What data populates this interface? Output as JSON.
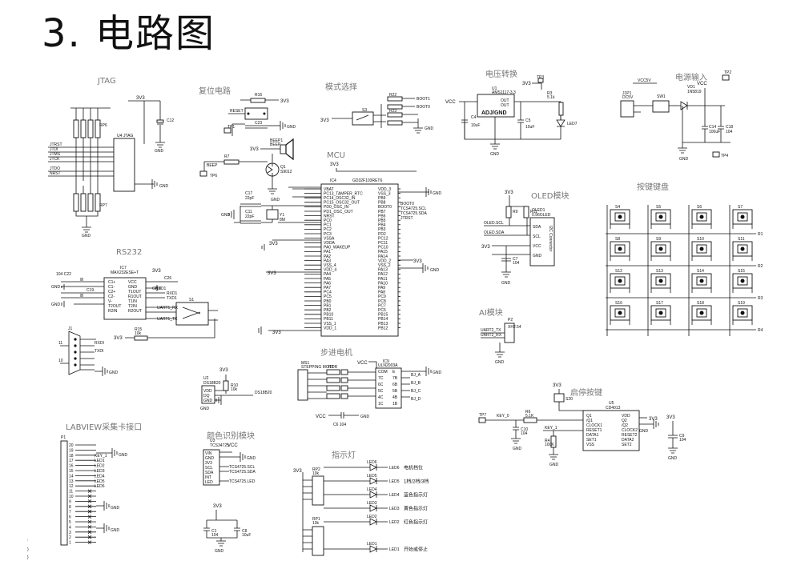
{
  "title": "3. 电路图",
  "sections": {
    "jtag": "JTAG",
    "reset": "复位电路",
    "mode": "模式选择",
    "voltage": "电压转换",
    "power_in": "电源输入",
    "mcu": "MCU",
    "rs232": "RS232",
    "oled": "OLED模块",
    "keypad": "按键键盘",
    "ai": "AI模块",
    "stepper": "步进电机",
    "start_stop": "启停按键",
    "labview": "LABVIEW采集卡接口",
    "color": "颜色识别模块",
    "indicator": "指示灯"
  },
  "labels": {
    "v3": "3V3",
    "vcc": "VCC",
    "gnd": "GND",
    "mcu_part": "GD32F103RET6",
    "mcu_ref": "IC4",
    "jtag_ref": "U4",
    "jtag_part": "JTAG",
    "ldo_ref": "U1",
    "ldo_part": "AMS1117-3.3",
    "ldo_adj": "ADJ/GND",
    "rs232_ref": "IC7",
    "rs232_part": "MAX232ESE+T",
    "oled_ref": "OLED1",
    "oled_part": "0.96OLED",
    "oled_if": "I2C Connector",
    "stepper_ref": "MS1",
    "stepper_part": "STEPPING MOTOR",
    "driver_ref": "IC9",
    "driver_part": "ULN2003A",
    "timer_ref": "U5",
    "timer_part": "CD4013",
    "sensor_ref": "U2",
    "sensor_part": "DS18B20",
    "color_ref": "U3",
    "color_part": "TCS34725",
    "buzzer": "BEEP1",
    "led1_text": "开始或停止",
    "led2_text": "红色指示灯",
    "led3_text": "黄色指示灯",
    "led4_text": "蓝色指示灯",
    "led5_text": "1档/2档/3档",
    "led6_text": "电机档位",
    "p1": "P1",
    "p2": "P2",
    "j1": "J1",
    "rp1": "RP1",
    "rp2": "RP2",
    "s1": "S1",
    "s3": "S3"
  },
  "mcu_left_pins": [
    "VBAT",
    "PC13_TAMPER_RTC",
    "PC14_OSC32_IN",
    "PC15_OSC32_OUT",
    "PD0_OSC_IN",
    "PD1_OSC_OUT",
    "NRST",
    "PC0",
    "PC1",
    "PC2",
    "PC3",
    "VSSA",
    "VDDA",
    "PA0_WAKEUP",
    "PA1",
    "PA2",
    "PA3",
    "VSS_4",
    "VDD_4",
    "PA4",
    "PA5",
    "PA6",
    "PA7",
    "PC4",
    "PC5",
    "PB0",
    "PB1",
    "PB2",
    "PB10",
    "PB11",
    "VSS_1",
    "VDD_1"
  ],
  "mcu_right_pins": [
    "VDD_3",
    "VSS_3",
    "PB9",
    "PB8",
    "BOOT0",
    "PB7",
    "PB6",
    "PB5",
    "PB4",
    "PB3",
    "PD2",
    "PC12",
    "PC11",
    "PC10",
    "PA15",
    "PA14",
    "VDD_2",
    "VSS_2",
    "PA13",
    "PA12",
    "PA11",
    "PA10",
    "PA9",
    "PA8",
    "PC9",
    "PC8",
    "PC7",
    "PC6",
    "PB15",
    "PB14",
    "PB13",
    "PB12"
  ],
  "p1_pins": [
    "20",
    "19",
    "18",
    "17",
    "16",
    "15",
    "14",
    "13",
    "12",
    "11",
    "10",
    "9",
    "8",
    "7",
    "6",
    "5",
    "4",
    "3",
    "2",
    "1"
  ],
  "key_labels": [
    "S4",
    "S5",
    "S6",
    "S7",
    "S8",
    "S9",
    "S10",
    "S11",
    "S12",
    "S13",
    "S14",
    "S15",
    "S16",
    "S17",
    "S18",
    "S19"
  ],
  "row_labels": [
    "R1",
    "R2",
    "R3",
    "R4"
  ]
}
